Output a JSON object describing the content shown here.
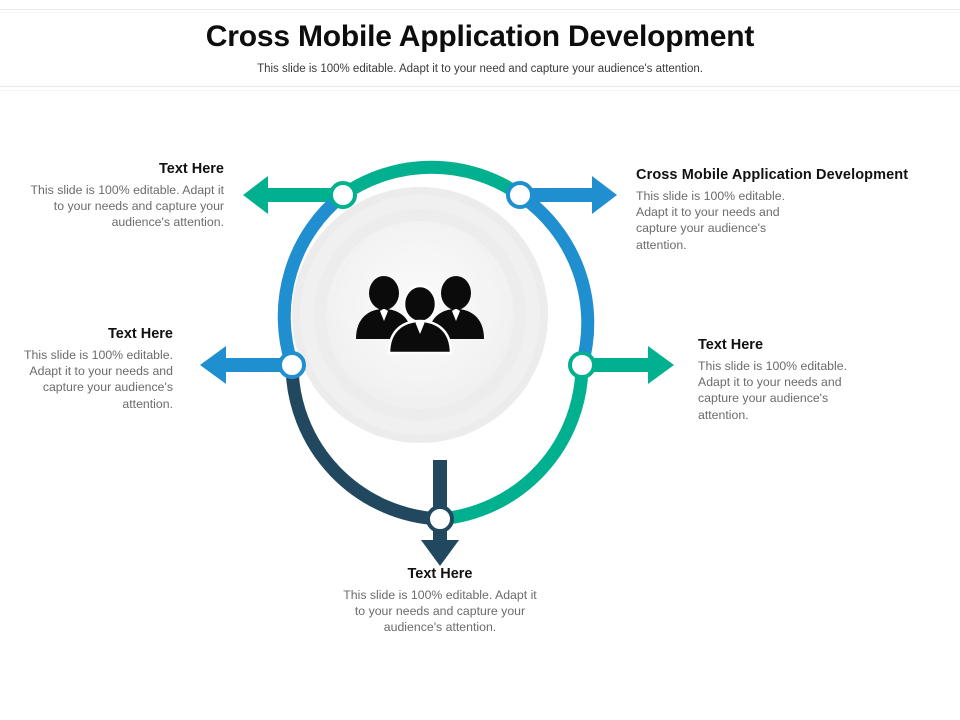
{
  "slide": {
    "title": "Cross Mobile Application Development",
    "subtitle": "This slide is 100% editable. Adapt it to your need and capture your audience's attention."
  },
  "center": {
    "icon_name": "team-people-icon",
    "icon_description": "Three business people silhouette"
  },
  "colors": {
    "green": "#00b08f",
    "blue": "#1f8fd0",
    "navy": "#21485f",
    "teal": "#00b08f",
    "ring_gray_outer": "#ececec",
    "ring_gray_mid": "#f1f1f1",
    "ring_gray_inner": "#f4f4f4",
    "node_fill": "#ffffff",
    "title_color": "#0d0d0d",
    "body_color": "#6b6b6b"
  },
  "callouts": [
    {
      "id": "top-left",
      "title": "Text Here",
      "body": "This slide is 100% editable. Adapt it to your needs and capture your audience's attention.",
      "arrow_color": "#00b08f",
      "arrow_direction": "left"
    },
    {
      "id": "top-right",
      "title": "Cross Mobile Application Development",
      "body": "This slide is 100% editable. Adapt it to your needs and capture your audience's attention.",
      "arrow_color": "#1f8fd0",
      "arrow_direction": "right"
    },
    {
      "id": "mid-left",
      "title": "Text Here",
      "body": "This slide is 100% editable. Adapt it to your needs and capture your audience's attention.",
      "arrow_color": "#1f8fd0",
      "arrow_direction": "left"
    },
    {
      "id": "mid-right",
      "title": "Text Here",
      "body": "This slide is 100% editable. Adapt it to your needs and capture your audience's attention.",
      "arrow_color": "#00b08f",
      "arrow_direction": "right"
    },
    {
      "id": "bottom",
      "title": "Text Here",
      "body": "This slide is 100% editable. Adapt it to your needs and capture your audience's attention.",
      "arrow_color": "#21485f",
      "arrow_direction": "down"
    }
  ],
  "ring_segments": [
    {
      "id": "segment-top-green",
      "color": "#00b08f",
      "from_node": "node-top-left",
      "to_node": "node-top-right"
    },
    {
      "id": "segment-right-blue",
      "color": "#1f8fd0",
      "from_node": "node-top-right",
      "to_node": "node-mid-right"
    },
    {
      "id": "segment-bottom-teal",
      "color": "#00b08f",
      "from_node": "node-mid-right",
      "to_node": "node-bottom"
    },
    {
      "id": "segment-bottomleft-navy",
      "color": "#21485f",
      "from_node": "node-bottom",
      "to_node": "node-mid-left"
    },
    {
      "id": "segment-left-blue",
      "color": "#1f8fd0",
      "from_node": "node-mid-left",
      "to_node": "node-top-left"
    }
  ],
  "nodes": [
    {
      "id": "node-top-left",
      "ring_color": "#00b08f"
    },
    {
      "id": "node-top-right",
      "ring_color": "#1f8fd0"
    },
    {
      "id": "node-mid-right",
      "ring_color": "#00b08f"
    },
    {
      "id": "node-bottom",
      "ring_color": "#21485f"
    },
    {
      "id": "node-mid-left",
      "ring_color": "#1f8fd0"
    }
  ]
}
